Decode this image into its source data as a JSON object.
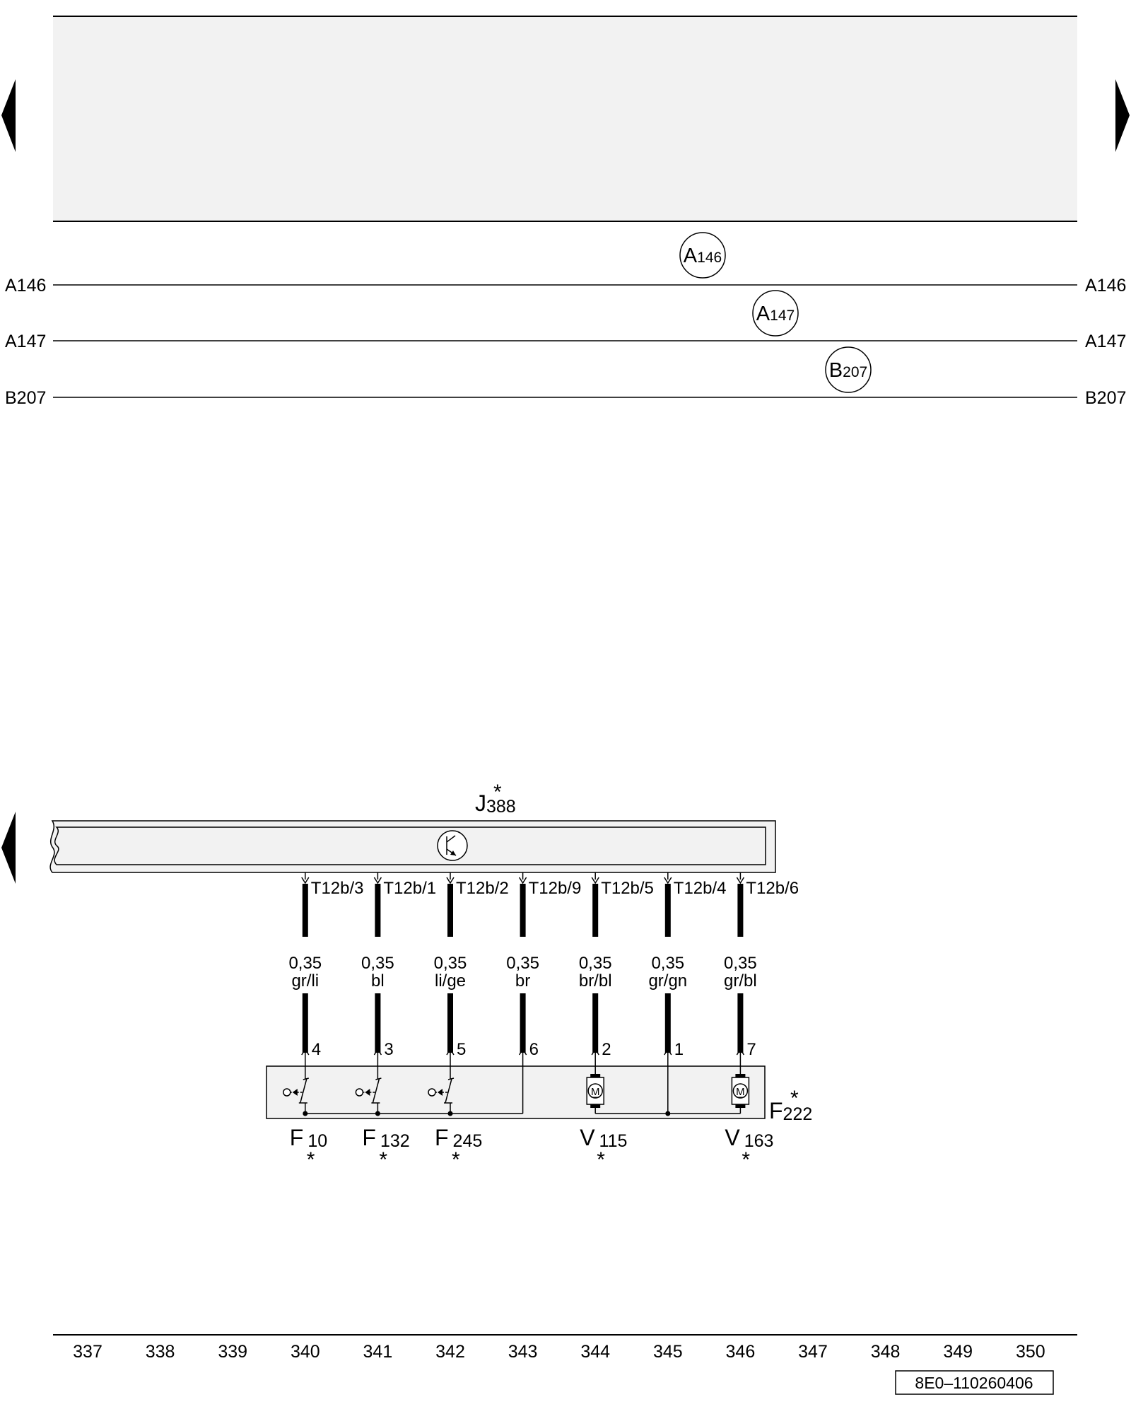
{
  "colors": {
    "line": "#000000",
    "panel_fill": "#f2f2f2",
    "background": "#ffffff"
  },
  "nav": {
    "prev_icon": "triangle-left-icon",
    "next_icon": "triangle-right-icon"
  },
  "buses": [
    {
      "left_label": "A146",
      "right_label": "A146",
      "ref": {
        "main": "A",
        "sub": "146"
      }
    },
    {
      "left_label": "A147",
      "right_label": "A147",
      "ref": {
        "main": "A",
        "sub": "147"
      }
    },
    {
      "left_label": "B207",
      "right_label": "B207",
      "ref": {
        "main": "B",
        "sub": "207"
      }
    }
  ],
  "control_unit": {
    "main": "J",
    "sub": "388",
    "star": "*",
    "icon": "transistor-icon"
  },
  "wires": [
    {
      "pin": "T12b/3",
      "size": "0,35",
      "color": "gr/li",
      "end_pin": "4"
    },
    {
      "pin": "T12b/1",
      "size": "0,35",
      "color": "bl",
      "end_pin": "3"
    },
    {
      "pin": "T12b/2",
      "size": "0,35",
      "color": "li/ge",
      "end_pin": "5"
    },
    {
      "pin": "T12b/9",
      "size": "0,35",
      "color": "br",
      "end_pin": "6"
    },
    {
      "pin": "T12b/5",
      "size": "0,35",
      "color": "br/bl",
      "end_pin": "2"
    },
    {
      "pin": "T12b/4",
      "size": "0,35",
      "color": "gr/gn",
      "end_pin": "1"
    },
    {
      "pin": "T12b/6",
      "size": "0,35",
      "color": "gr/bl",
      "end_pin": "7"
    }
  ],
  "module": {
    "main": "F",
    "sub": "222",
    "star": "*"
  },
  "components": [
    {
      "main": "F",
      "sub": "10",
      "star": "*",
      "type": "switch"
    },
    {
      "main": "F",
      "sub": "132",
      "star": "*",
      "type": "switch"
    },
    {
      "main": "F",
      "sub": "245",
      "star": "*",
      "type": "switch"
    },
    {
      "main": "V",
      "sub": "115",
      "star": "*",
      "type": "motor",
      "symbol": "M"
    },
    {
      "main": "V",
      "sub": "163",
      "star": "*",
      "type": "motor",
      "symbol": "M"
    }
  ],
  "columns": [
    "337",
    "338",
    "339",
    "340",
    "341",
    "342",
    "343",
    "344",
    "345",
    "346",
    "347",
    "348",
    "349",
    "350"
  ],
  "doc_ref": "8E0–110260406"
}
